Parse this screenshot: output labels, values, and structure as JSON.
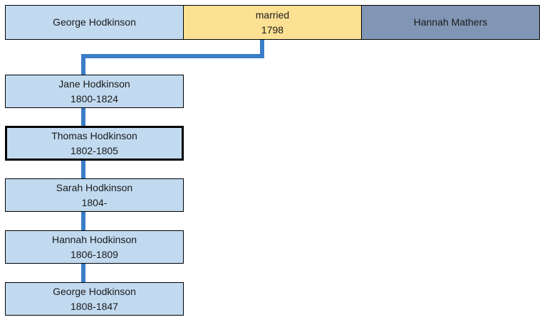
{
  "diagram": {
    "type": "family-tree",
    "colors": {
      "person_fill": "#c2daf0",
      "spouse_fill": "#8196b5",
      "marriage_fill": "#fce194",
      "connector": "#3a7dc8",
      "border": "#000000",
      "background": "#ffffff"
    }
  },
  "couple": {
    "father": {
      "name": "George Hodkinson",
      "dates": ""
    },
    "marriage": {
      "label": "married",
      "year": "1798"
    },
    "mother": {
      "name": "Hannah Mathers",
      "dates": ""
    }
  },
  "children": [
    {
      "name": "Jane Hodkinson",
      "dates": "1800-1824",
      "highlighted": false
    },
    {
      "name": "Thomas Hodkinson",
      "dates": "1802-1805",
      "highlighted": true
    },
    {
      "name": "Sarah Hodkinson",
      "dates": "1804-",
      "highlighted": false
    },
    {
      "name": "Hannah Hodkinson",
      "dates": "1806-1809",
      "highlighted": false
    },
    {
      "name": "George Hodkinson",
      "dates": "1808-1847",
      "highlighted": false
    }
  ]
}
